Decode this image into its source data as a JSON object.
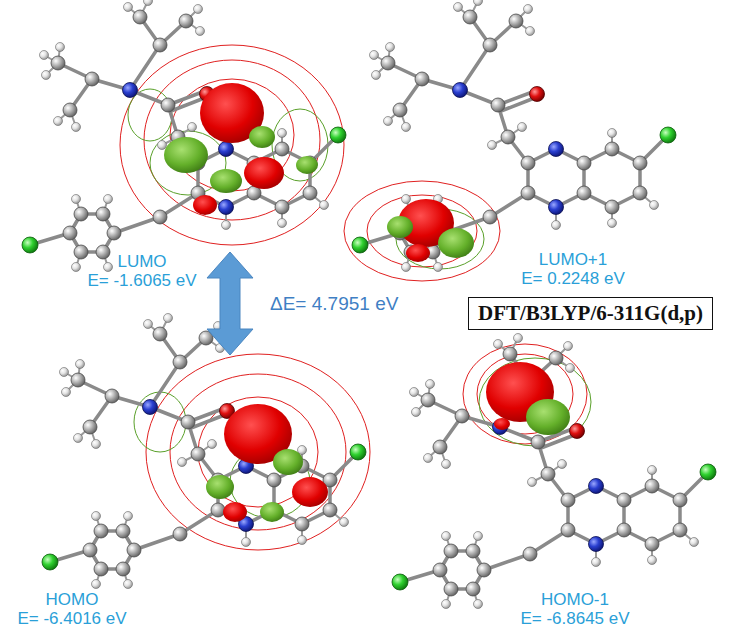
{
  "diagram": {
    "nodes": [
      {
        "text": [
          "LUMO",
          "E= -1.6065 eV"
        ]
      },
      {
        "text": [
          "LUMO+1",
          "E= 0.2248 eV"
        ]
      },
      {
        "text": [
          "DFT/B3LYP/6-311G(d,p)"
        ]
      },
      {
        "text": [
          "HOMO",
          "E= -6.4016 eV"
        ]
      },
      {
        "text": [
          "HOMO-1",
          "E= -6.8645 eV"
        ]
      }
    ],
    "edges": [
      {
        "from": 0,
        "to": 3,
        "arrow": "both",
        "label": "ΔE= 4.7951 eV"
      }
    ]
  }
}
